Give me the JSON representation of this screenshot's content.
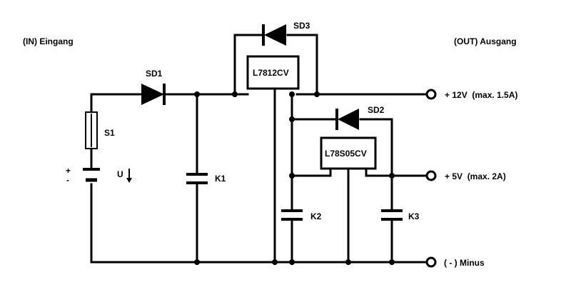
{
  "labels": {
    "input_title": "(IN) Eingang",
    "output_title": "(OUT) Ausgang",
    "out_12v": "+ 12V  (max. 1.5A)",
    "out_5v": "+ 5V  (max. 2A)",
    "out_minus": "( - ) Minus"
  },
  "components": {
    "fuse": "S1",
    "battery_plus": "+",
    "battery_minus": "-",
    "voltage_label": "U",
    "diode_in": "SD1",
    "diode_12": "SD3",
    "diode_5": "SD2",
    "cap_in": "K1",
    "cap_mid": "K2",
    "cap_out": "K3",
    "reg_12": "L7812CV",
    "reg_5": "L78S05CV"
  }
}
